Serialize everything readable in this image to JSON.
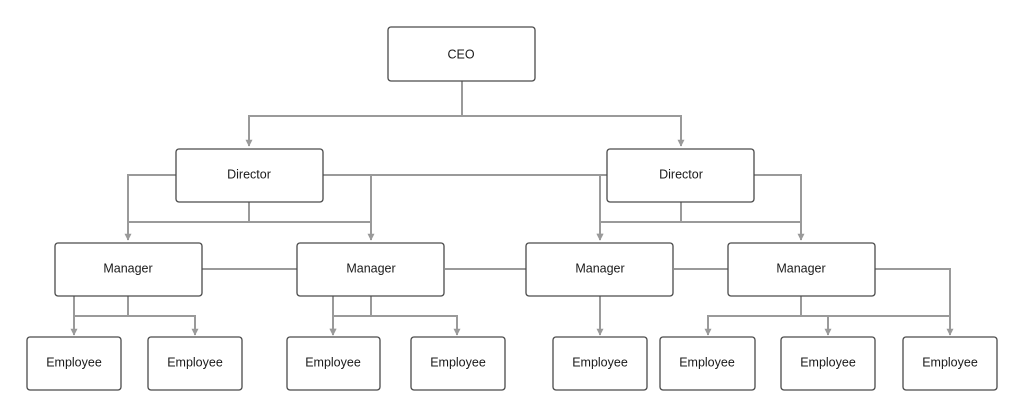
{
  "diagram": {
    "ceo": {
      "label": "CEO"
    },
    "directors": [
      {
        "label": "Director"
      },
      {
        "label": "Director"
      }
    ],
    "managers": [
      {
        "label": "Manager"
      },
      {
        "label": "Manager"
      },
      {
        "label": "Manager"
      },
      {
        "label": "Manager"
      }
    ],
    "employees": [
      {
        "label": "Employee"
      },
      {
        "label": "Employee"
      },
      {
        "label": "Employee"
      },
      {
        "label": "Employee"
      },
      {
        "label": "Employee"
      },
      {
        "label": "Employee"
      },
      {
        "label": "Employee"
      },
      {
        "label": "Employee"
      }
    ]
  },
  "colors": {
    "connector": "#9a9a9a",
    "box_border": "#4a4a4a",
    "text": "#1a1a1a"
  }
}
